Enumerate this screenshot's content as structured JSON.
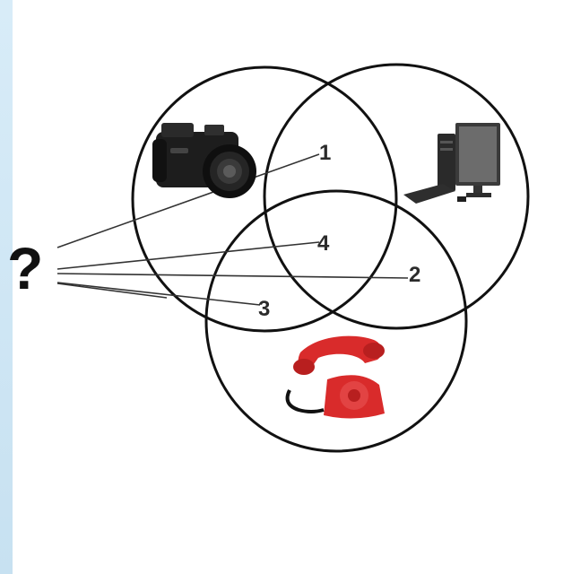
{
  "diagram": {
    "question_mark": "?",
    "regions": [
      {
        "label": "1"
      },
      {
        "label": "2"
      },
      {
        "label": "3"
      },
      {
        "label": "4"
      }
    ],
    "icons": [
      "camera-icon",
      "computer-icon",
      "telephone-icon"
    ],
    "colors": {
      "background": "#cfe6f3",
      "panel": "#ffffff",
      "circle_stroke": "#111111",
      "phone_red": "#d92b2b"
    }
  }
}
